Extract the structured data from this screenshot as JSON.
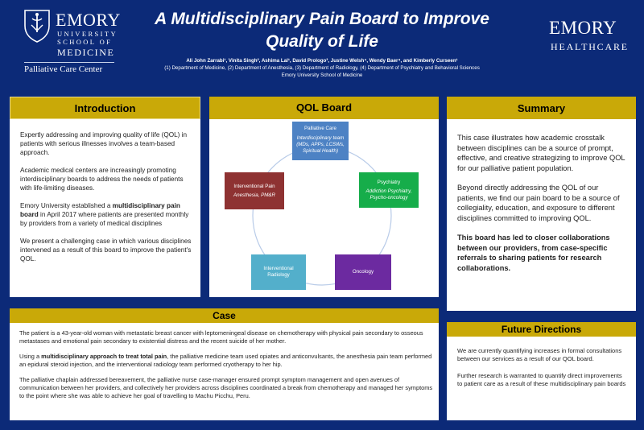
{
  "header": {
    "school_logo": {
      "wordmark": "EMORY",
      "line1": "UNIVERSITY",
      "line2": "SCHOOL OF",
      "line3": "MEDICINE",
      "center": "Palliative Care Center"
    },
    "title_line1": "A Multidisciplinary Pain Board to Improve",
    "title_line2": "Quality of Life",
    "authors": "Ali John Zarrabi¹, Vinita Singh², Ashima Lal¹, David Prologo³, Justine Welsh⁴, Wendy Baer⁴, and Kimberly Curseen¹",
    "affiliations": "(1) Department of Medicine, (2) Department of Anesthesia, (3) Department of Radiology, (4) Department of Psychiatry and Behavioral Sciences",
    "institution": "Emory University School of Medicine",
    "healthcare_logo": {
      "wordmark": "EMORY",
      "sub": "HEALTHCARE"
    }
  },
  "introduction": {
    "heading": "Introduction",
    "p1": "Expertly addressing and improving quality of life (QOL) in patients with serious illnesses involves a team-based approach.",
    "p2": "Academic medical centers are increasingly promoting interdisciplinary boards to address the needs of patients with life-limiting diseases.",
    "p3_pre": "Emory University established a ",
    "p3_bold": "multidisciplinary pain board",
    "p3_post": " in April 2017 where patients are presented monthly by providers from a variety of medical disciplines",
    "p4": "We present a challenging case in which various disciplines intervened as a result of this board to improve the patient's QOL."
  },
  "qol_board": {
    "heading": "QOL Board",
    "palliative": {
      "title": "Palliative Care",
      "sub": "Interdisciplinary team (MDs, APPs, LCSWs, Spiritual Health)"
    },
    "psychiatry": {
      "title": "Psychiatry",
      "sub": "Addiction Psychiatry, Psycho-oncology"
    },
    "oncology": {
      "title": "Oncology"
    },
    "radiology": {
      "title": "Interventional Radiology"
    },
    "interventional_pain": {
      "title": "Interventional Pain",
      "sub": "Anesthesia, PM&R"
    },
    "colors": {
      "palliative": "#4d82c4",
      "psychiatry": "#16ad4a",
      "oncology": "#6c2aa0",
      "radiology": "#53afcb",
      "interventional_pain": "#8e3232"
    }
  },
  "summary": {
    "heading": "Summary",
    "p1": "This case illustrates how academic crosstalk between disciplines can be a source of prompt, effective, and creative strategizing to improve QOL for our palliative patient population.",
    "p2": "Beyond directly addressing the QOL of our patients, we find our pain board to be a source of collegiality, education, and exposure to different disciplines committed to improving QOL.",
    "p3": "This board has led to closer collaborations between our providers, from case-specific referrals to sharing patients for research collaborations."
  },
  "case": {
    "heading": "Case",
    "p1": "The patient is a 43-year-old woman with metastatic breast cancer with leptomeningeal disease on chemotherapy with physical pain secondary to osseous metastases and emotional pain secondary to existential distress and the recent suicide of her mother.",
    "p2_pre": "Using a ",
    "p2_bold": "multidisciplinary approach to treat total pain",
    "p2_post": ", the palliative medicine team used opiates and anticonvulsants, the anesthesia pain team performed an epidural steroid injection, and the interventional radiology team performed cryotherapy to her hip.",
    "p3": "The palliative chaplain addressed bereavement, the palliative nurse case-manager ensured prompt symptom management and open avenues of communication between her providers, and collectively her providers across disciplines coordinated a break from chemotherapy and managed her symptoms to the point where she was able to achieve her goal of travelling to Machu Picchu, Peru."
  },
  "future": {
    "heading": "Future Directions",
    "p1": "We are currently quantifying increases in formal consultations between our services as a result of our QOL board.",
    "p2": "Further research is warranted to quantify direct improvements to patient care as a result of these multidisciplinary pain boards"
  },
  "colors": {
    "background": "#0c2a78",
    "panel_header": "#c9a908",
    "panel": "#ffffff"
  }
}
